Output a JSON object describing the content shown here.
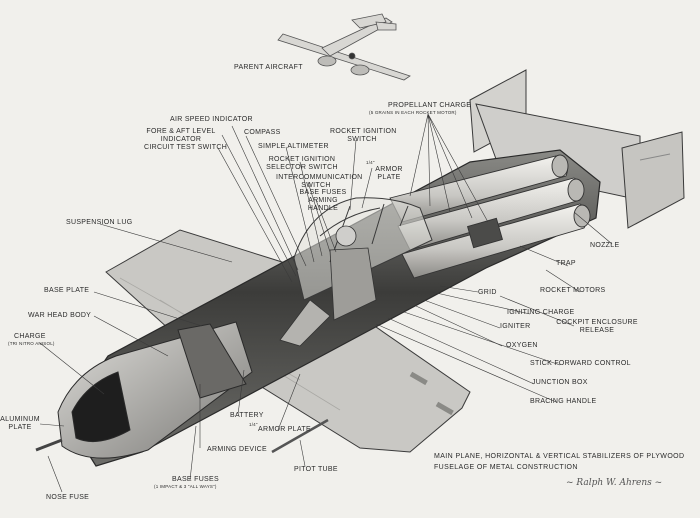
{
  "labels": {
    "parent_aircraft": "PARENT AIRCRAFT",
    "air_speed_indicator": "AIR SPEED INDICATOR",
    "fore_aft_level_line1": "FORE & AFT LEVEL",
    "fore_aft_level_line2": "INDICATOR",
    "compass": "COMPASS",
    "circuit_test_switch": "CIRCUIT TEST SWITCH",
    "simple_altimeter": "SIMPLE ALTIMETER",
    "rocket_ignition_selector_line1": "ROCKET IGNITION",
    "rocket_ignition_selector_line2": "SELECTOR SWITCH",
    "intercommunication_line1": "INTERCOMMUNICATION",
    "intercommunication_line2": "SWITCH",
    "base_fuses_arming_line1": "BASE FUSES",
    "base_fuses_arming_line2": "ARMING",
    "base_fuses_arming_line3": "HANDLE",
    "rocket_ignition_switch_line1": "ROCKET IGNITION",
    "rocket_ignition_switch_line2": "SWITCH",
    "armor_plate_top_line1": "ARMOR",
    "armor_plate_top_line2": "PLATE",
    "armor_fraction": "1/4\"",
    "propellant_charge": "PROPELLANT CHARGE",
    "propellant_charge_sub": "(5 GRAINS IN EACH ROCKET MOTOR)",
    "suspension_lug": "SUSPENSION LUG",
    "nozzle": "NOZZLE",
    "trap": "TRAP",
    "rocket_motors": "ROCKET MOTORS",
    "grid": "GRID",
    "igniting_charge": "IGNITING CHARGE",
    "igniter": "IGNITER",
    "cockpit_enclosure_line1": "COCKPIT ENCLOSURE",
    "cockpit_enclosure_line2": "RELEASE",
    "oxygen": "OXYGEN",
    "stick_forward_control": "STICK FORWARD CONTROL",
    "junction_box": "JUNCTION BOX",
    "bracing_handle": "BRACING HANDLE",
    "base_plate": "BASE PLATE",
    "war_head_body": "WAR HEAD BODY",
    "charge": "CHARGE",
    "charge_sub": "(TRI NITRO ANISOL)",
    "aluminum_plate_line1": "ALUMINUM",
    "aluminum_plate_line2": "PLATE",
    "battery": "BATTERY",
    "armor_plate_bottom": "ARMOR PLATE",
    "arming_device": "ARMING DEVICE",
    "base_fuses": "BASE FUSES",
    "base_fuses_sub": "(1 IMPACT & 3 \"ALL WAYS\")",
    "pitot_tube": "PITOT TUBE",
    "nose_fuse": "NOSE FUSE"
  },
  "notes": {
    "construction_line1": "MAIN PLANE, HORIZONTAL & VERTICAL STABILIZERS OF PLYWOOD",
    "construction_line2": "FUSELAGE OF METAL CONSTRUCTION"
  },
  "colors": {
    "background": "#f1f0ec",
    "ink": "#2b2b2b",
    "wing": "#c9c8c4",
    "fuselage_dark": "#4a4a48",
    "rocket_motor": "#d6d5d1"
  }
}
